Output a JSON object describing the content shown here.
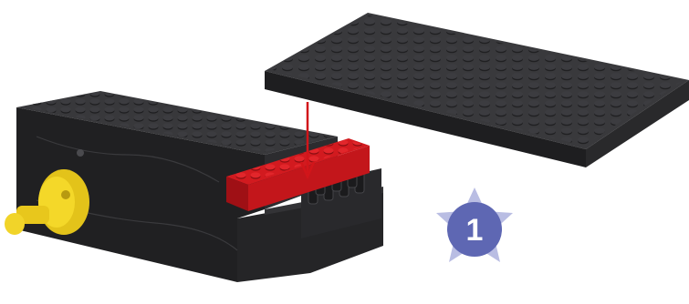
{
  "instruction": {
    "step_number": "1",
    "colors": {
      "dark_brick": "#2b2b2d",
      "dark_brick_top": "#3a3a3d",
      "red_brick": "#c8161b",
      "yellow_part": "#f2d21a",
      "arrow": "#d2151a",
      "step_badge": "#5e67b3",
      "step_badge_star": "#b9bde3"
    },
    "parts": [
      {
        "name": "base-assembly",
        "color": "dark"
      },
      {
        "name": "red-brick",
        "color": "red"
      },
      {
        "name": "yellow-connector",
        "color": "yellow"
      },
      {
        "name": "dark-plate",
        "color": "dark"
      }
    ],
    "icons": [
      "down-arrow-icon",
      "star-icon"
    ]
  }
}
